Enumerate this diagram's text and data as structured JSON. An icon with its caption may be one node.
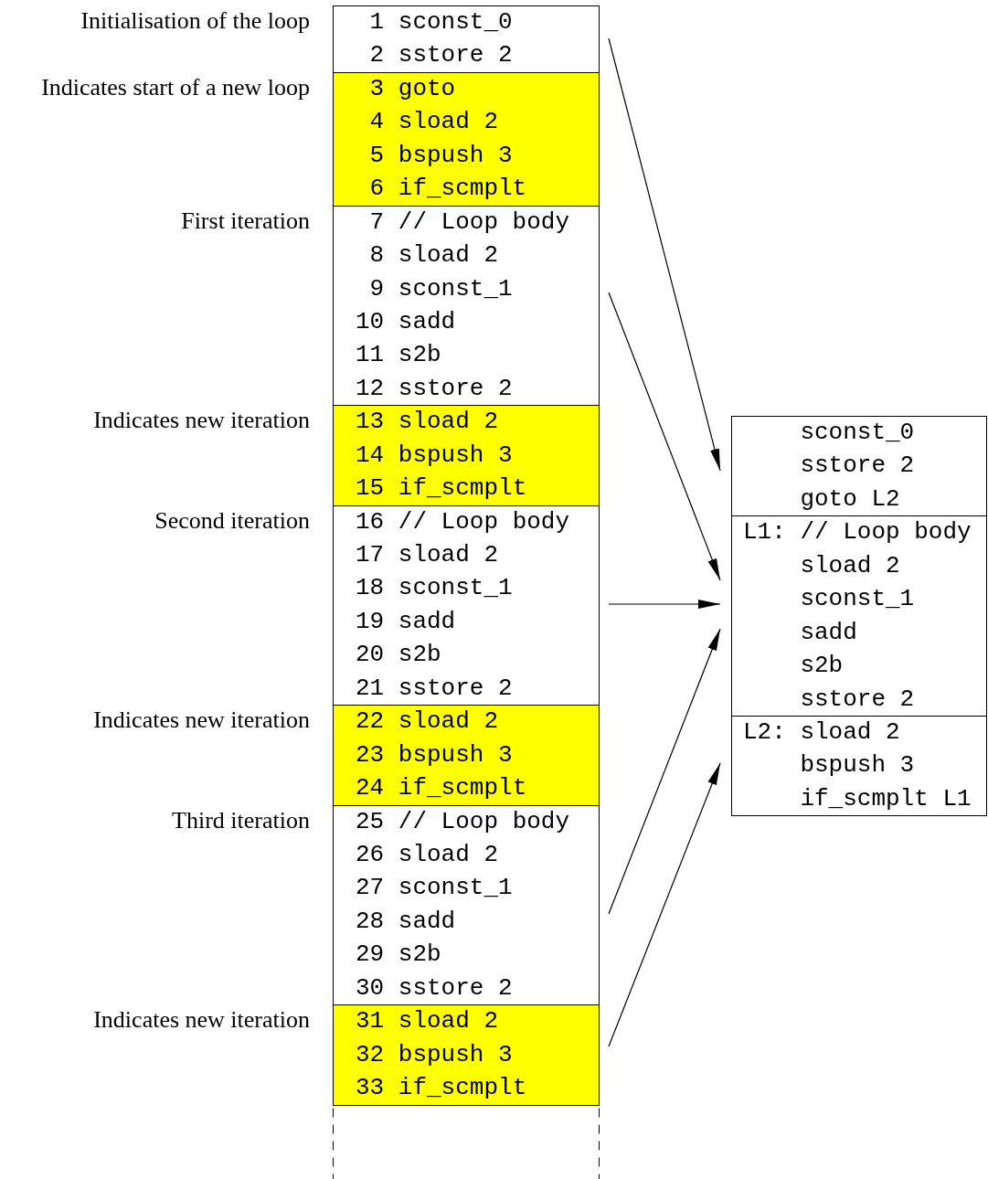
{
  "diagram": {
    "nodes": [
      {
        "text": [
          "1 sconst_0",
          "2 sstore 2"
        ],
        "beside": [
          "Initialisation of the loop"
        ]
      },
      {
        "text": [
          "3 goto",
          "4 sload 2",
          "5 bspush 3",
          "6 if_scmplt"
        ],
        "beside": [
          "Indicates start of a new loop"
        ]
      },
      {
        "text": [
          "7 // Loop body",
          "8 sload 2",
          "9 sconst_1",
          "10 sadd",
          "11 s2b",
          "12 sstore 2"
        ],
        "beside": [
          "First iteration"
        ]
      },
      {
        "text": [
          "13 sload 2",
          "14 bspush 3",
          "15 if_scmplt"
        ],
        "beside": [
          "Indicates new iteration"
        ]
      },
      {
        "text": [
          "16 // Loop body",
          "17 sload 2",
          "18 sconst_1",
          "19 sadd",
          "20 s2b",
          "21 sstore 2"
        ],
        "beside": [
          "Second iteration"
        ]
      },
      {
        "text": [
          "22 sload 2",
          "23 bspush 3",
          "24 if_scmplt"
        ],
        "beside": [
          "Indicates new iteration"
        ]
      },
      {
        "text": [
          "25 // Loop body",
          "26 sload 2",
          "27 sconst_1",
          "28 sadd",
          "29 s2b",
          "30 sstore 2"
        ],
        "beside": [
          "Third iteration"
        ]
      },
      {
        "text": [
          "31 sload 2",
          "32 bspush 3",
          "33 if_scmplt"
        ],
        "beside": [
          "Indicates new iteration"
        ]
      },
      {
        "text": [
          "sconst_0",
          "sstore 2",
          "goto L2"
        ]
      },
      {
        "text": [
          "L1: // Loop body",
          "sload 2",
          "sconst_1",
          "sadd",
          "s2b",
          "sstore 2"
        ]
      },
      {
        "text": [
          "L2: sload 2",
          "bspush 3",
          "if_scmplt L1"
        ]
      }
    ],
    "edges": [
      {
        "from": 0,
        "to": 8,
        "arrow": "to"
      },
      {
        "from": 2,
        "to": 9,
        "arrow": "to"
      },
      {
        "from": 4,
        "to": 9,
        "arrow": "to"
      },
      {
        "from": 6,
        "to": 9,
        "arrow": "to"
      },
      {
        "from": 7,
        "to": 10,
        "arrow": "to"
      }
    ]
  }
}
